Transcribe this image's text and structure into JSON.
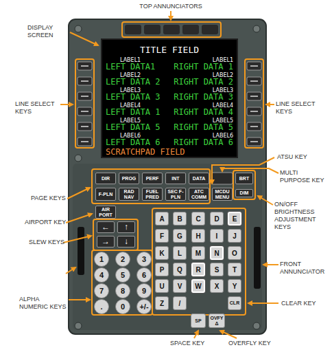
{
  "diagram": {
    "nodes": [
      {
        "text": [
          "TITLE FIELD",
          "LABEL1",
          "LABEL1",
          "LEFT DATA1",
          "RIGHT DATA 1",
          "LABEL2",
          "LABEL2",
          "LEFT DATA 2",
          "RIGHT DATA 2",
          "LABEL3",
          "LABEL3",
          "LEFT DATA 3",
          "RIGHT DATA 3",
          "LABEL4",
          "LABEL4",
          "LEFT DATA 1",
          "RIGHT DATA 4",
          "LABEL5",
          "LABEL5",
          "LEFT DATA 5",
          "RIGHT DATA 5",
          "LABEL6",
          "LABEL6",
          "LEFT DATA 6",
          "RIGHT DATA 6",
          "SCRATCHPAD FIELD"
        ]
      },
      {
        "text": [
          "DIR"
        ]
      },
      {
        "text": [
          "PROG"
        ]
      },
      {
        "text": [
          "PERF"
        ]
      },
      {
        "text": [
          "INT"
        ]
      },
      {
        "text": [
          "DATA"
        ]
      },
      {
        "text": [
          "BRT"
        ]
      },
      {
        "text": [
          "F-PLN"
        ]
      },
      {
        "text": [
          "RAD NAV"
        ]
      },
      {
        "text": [
          "FUEL PRED"
        ]
      },
      {
        "text": [
          "SEC F-PLN"
        ]
      },
      {
        "text": [
          "ATC COMM"
        ]
      },
      {
        "text": [
          "MCDU MENU"
        ]
      },
      {
        "text": [
          "DIM"
        ]
      },
      {
        "text": [
          "AIR PORT"
        ]
      },
      {
        "text": [
          "←"
        ]
      },
      {
        "text": [
          "↑"
        ]
      },
      {
        "text": [
          "→"
        ]
      },
      {
        "text": [
          "↓"
        ]
      },
      {
        "text": [
          "A"
        ]
      },
      {
        "text": [
          "B"
        ]
      },
      {
        "text": [
          "C"
        ]
      },
      {
        "text": [
          "D"
        ]
      },
      {
        "text": [
          "E"
        ]
      },
      {
        "text": [
          "F"
        ]
      },
      {
        "text": [
          "G"
        ]
      },
      {
        "text": [
          "H"
        ]
      },
      {
        "text": [
          "I"
        ]
      },
      {
        "text": [
          "J"
        ]
      },
      {
        "text": [
          "K"
        ]
      },
      {
        "text": [
          "L"
        ]
      },
      {
        "text": [
          "M"
        ]
      },
      {
        "text": [
          "N"
        ]
      },
      {
        "text": [
          "O"
        ]
      },
      {
        "text": [
          "P"
        ]
      },
      {
        "text": [
          "Q"
        ]
      },
      {
        "text": [
          "R"
        ]
      },
      {
        "text": [
          "S"
        ]
      },
      {
        "text": [
          "T"
        ]
      },
      {
        "text": [
          "U"
        ]
      },
      {
        "text": [
          "V"
        ]
      },
      {
        "text": [
          "W"
        ]
      },
      {
        "text": [
          "X"
        ]
      },
      {
        "text": [
          "Y"
        ]
      },
      {
        "text": [
          "Z"
        ]
      },
      {
        "text": [
          "/"
        ]
      },
      {
        "text": [
          "CLR"
        ]
      },
      {
        "text": [
          "SP"
        ]
      },
      {
        "text": [
          "OVFY Δ"
        ]
      },
      {
        "text": [
          "1"
        ]
      },
      {
        "text": [
          "2"
        ]
      },
      {
        "text": [
          "3"
        ]
      },
      {
        "text": [
          "4"
        ]
      },
      {
        "text": [
          "5"
        ]
      },
      {
        "text": [
          "6"
        ]
      },
      {
        "text": [
          "7"
        ]
      },
      {
        "text": [
          "8"
        ]
      },
      {
        "text": [
          "9"
        ]
      },
      {
        "text": [
          "."
        ]
      },
      {
        "text": [
          "0"
        ]
      },
      {
        "text": [
          "+/-"
        ]
      }
    ],
    "labels": [
      "TOP ANNUNCIATORS",
      "DISPLAY SCREEN",
      "LINE SELECT KEYS",
      "LINE SELECT KEYS",
      "ATSU KEY",
      "MULTI PURPOSE KEY",
      "PAGE KEYS",
      "AIRPORT KEY",
      "ON/OFF BRIGHTNESS ADJUSTMENT KEYS",
      "SLEW KEYS",
      "FRONT ANNUNCIATOR",
      "ALPHA NUMERIC KEYS",
      "CLEAR KEY",
      "SPACE KEY",
      "OVERFLY KEY"
    ]
  }
}
